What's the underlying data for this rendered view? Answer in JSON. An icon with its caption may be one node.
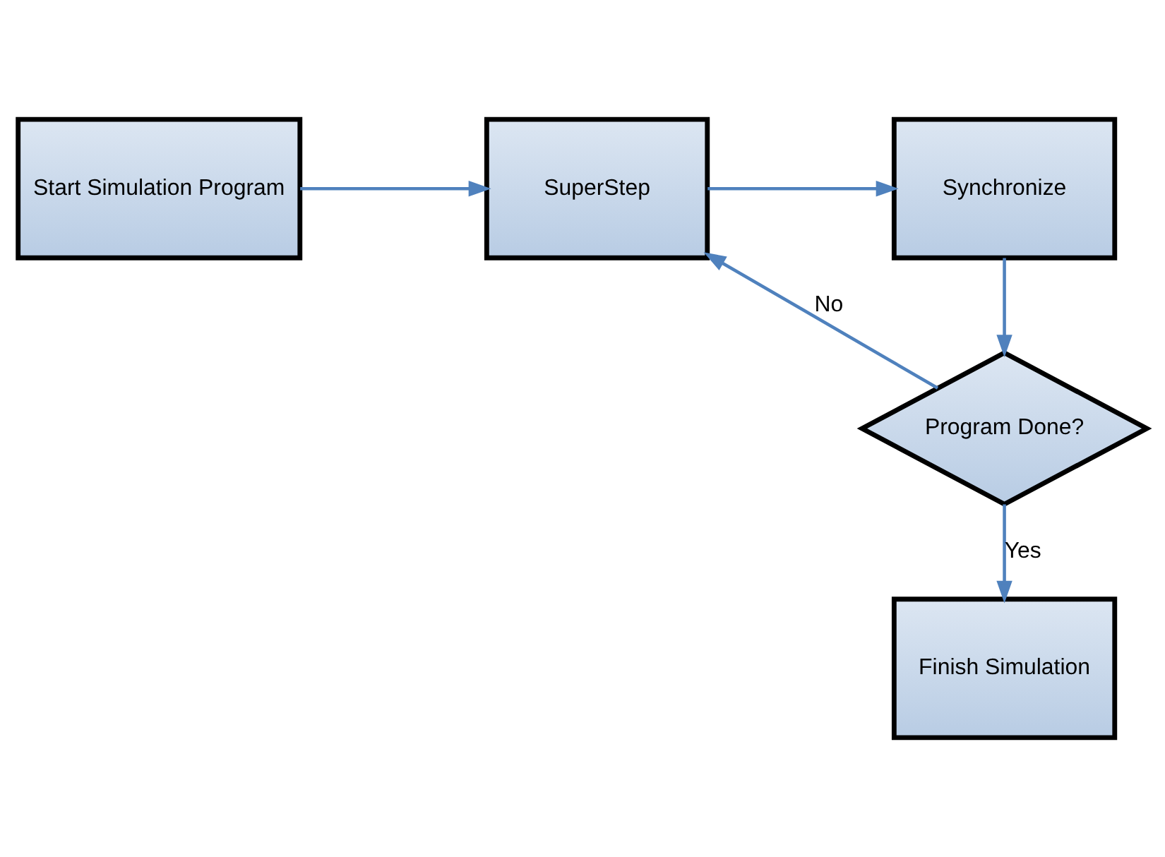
{
  "diagram": {
    "nodes": [
      {
        "text": [
          "Start Simulation Program"
        ]
      },
      {
        "text": [
          "SuperStep"
        ]
      },
      {
        "text": [
          "Synchronize"
        ]
      },
      {
        "text": [
          "Program Done?"
        ]
      },
      {
        "text": [
          "Finish Simulation"
        ]
      }
    ],
    "edges": [
      {
        "from": 0,
        "to": 1,
        "arrow": "to"
      },
      {
        "from": 1,
        "to": 2,
        "arrow": "to"
      },
      {
        "from": 2,
        "to": 3,
        "arrow": "to"
      },
      {
        "from": 3,
        "to": 1,
        "arrow": "to",
        "label": "No"
      },
      {
        "from": 3,
        "to": 4,
        "arrow": "to",
        "label": "Yes"
      }
    ]
  }
}
